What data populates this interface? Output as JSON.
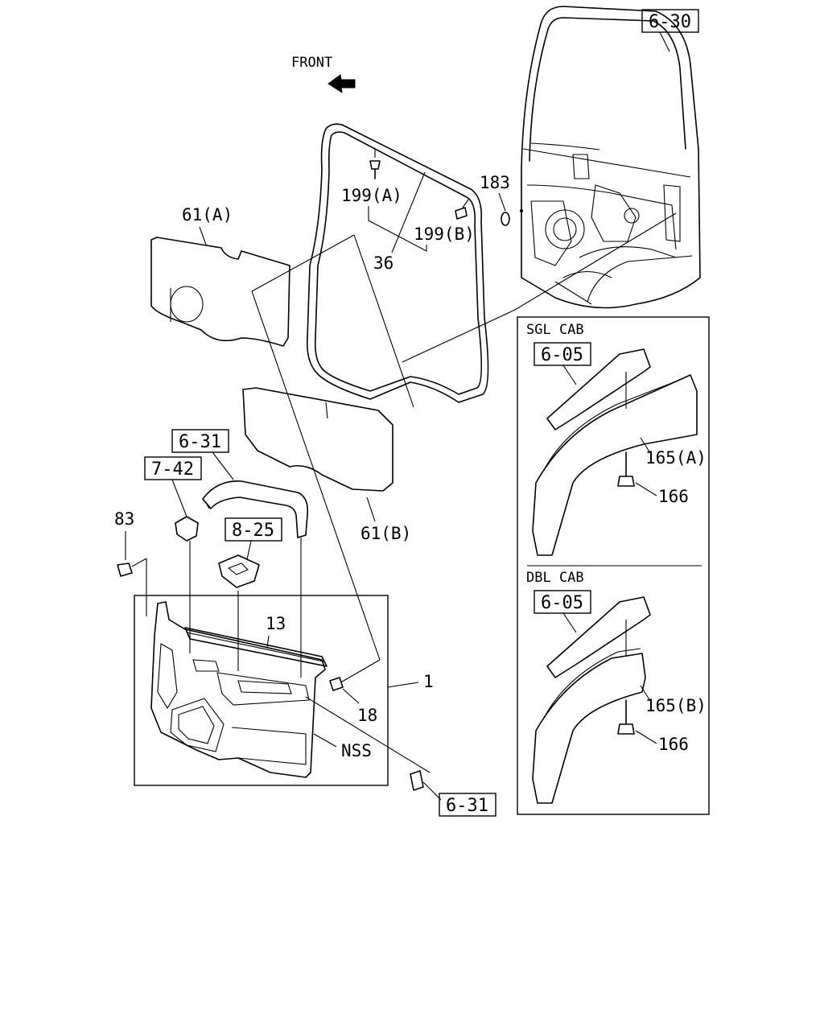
{
  "diagram": {
    "direction": {
      "label": "FRONT"
    },
    "callouts": {
      "door_outer_ref": "6-30",
      "hole_seal": "183",
      "clip_a": "199(A)",
      "clip_b": "199(B)",
      "weatherstrip": "36",
      "sealing_sheet_a": "61(A)",
      "sealing_sheet_b": "61(B)",
      "armrest_ref": "6-31",
      "handle_bezel_ref": "7-42",
      "screw_83": "83",
      "switch_ref": "8-25",
      "trim_strip": "13",
      "trim_assembly": "1",
      "screw_18": "18",
      "nss": "NSS",
      "armrest_cap_ref": "6-31"
    },
    "sgl_cab": {
      "title": "SGL CAB",
      "ref": "6-05",
      "liner": "165(A)",
      "bolt": "166"
    },
    "dbl_cab": {
      "title": "DBL CAB",
      "ref": "6-05",
      "liner": "165(B)",
      "bolt": "166"
    }
  }
}
